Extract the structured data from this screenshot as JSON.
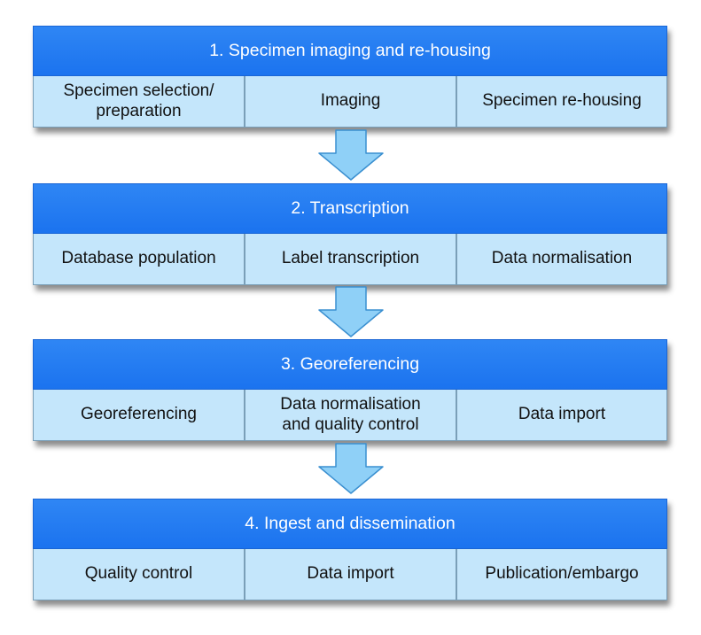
{
  "stages": [
    {
      "title": "1. Specimen imaging and re-housing",
      "steps": [
        "Specimen selection/\npreparation",
        "Imaging",
        "Specimen re-housing"
      ]
    },
    {
      "title": "2. Transcription",
      "steps": [
        "Database population",
        "Label transcription",
        "Data normalisation"
      ]
    },
    {
      "title": "3. Georeferencing",
      "steps": [
        "Georeferencing",
        "Data normalisation\nand quality control",
        "Data import"
      ]
    },
    {
      "title": "4. Ingest and dissemination",
      "steps": [
        "Quality control",
        "Data import",
        "Publication/embargo"
      ]
    }
  ],
  "colors": {
    "header": "#1e78f0",
    "substep": "#c4e6fb",
    "arrow_fill": "#8fd0f7",
    "arrow_stroke": "#3a8fd0"
  }
}
